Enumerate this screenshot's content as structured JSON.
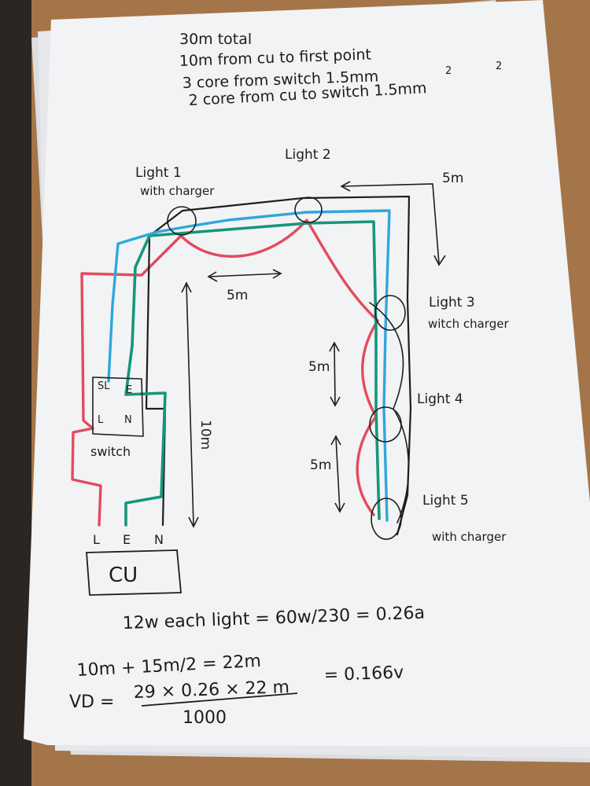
{
  "notes": {
    "line1": "30m total",
    "line2": "10m from cu to first point",
    "line3": "3 core from switch 1.5mm",
    "line3_sup": "2",
    "line4": "2 core from cu to switch 1.5mm",
    "line4_sup": "2"
  },
  "lights": [
    {
      "name": "Light 1",
      "sub": "with charger"
    },
    {
      "name": "Light 2",
      "sub": ""
    },
    {
      "name": "Light 3",
      "sub": "witch charger"
    },
    {
      "name": "Light 4",
      "sub": ""
    },
    {
      "name": "Light 5",
      "sub": "with charger"
    }
  ],
  "dimensions": {
    "top_right": "5m",
    "top_between": "5m",
    "vertical_left": "10m",
    "light3_4": "5m",
    "light4_5": "5m"
  },
  "switch": {
    "label": "switch",
    "term_sl": "SL",
    "term_e": "E",
    "term_l": "L",
    "term_n": "N"
  },
  "cu": {
    "label": "CU",
    "term_l": "L",
    "term_e": "E",
    "term_n": "N"
  },
  "calc": {
    "line1": "12w each light  =  60w/230 = 0.26a",
    "line2": "10m + 15m/2 = 22m",
    "vd_prefix": "VD =",
    "vd_numerator": "29 × 0.26 × 22 m",
    "vd_result": "= 0.166v",
    "vd_denominator": "1000"
  },
  "colors": {
    "paper": "#f3f4f6",
    "background": "#a47548",
    "line": "#e34b5c",
    "neutral": "#1e1e1e",
    "earth": "#17957c",
    "switched_live": "#2fa7dc"
  }
}
